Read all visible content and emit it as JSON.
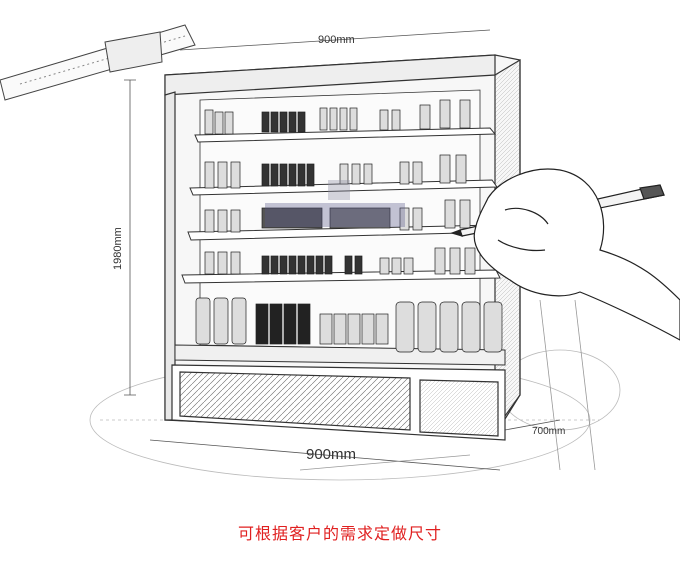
{
  "dimensions": {
    "top_width": "900mm",
    "height": "1980mm",
    "bottom_width": "900mm",
    "depth": "700mm"
  },
  "caption": "可根据客户的需求定做尺寸",
  "colors": {
    "caption": "#e02020",
    "line": "#333333"
  }
}
